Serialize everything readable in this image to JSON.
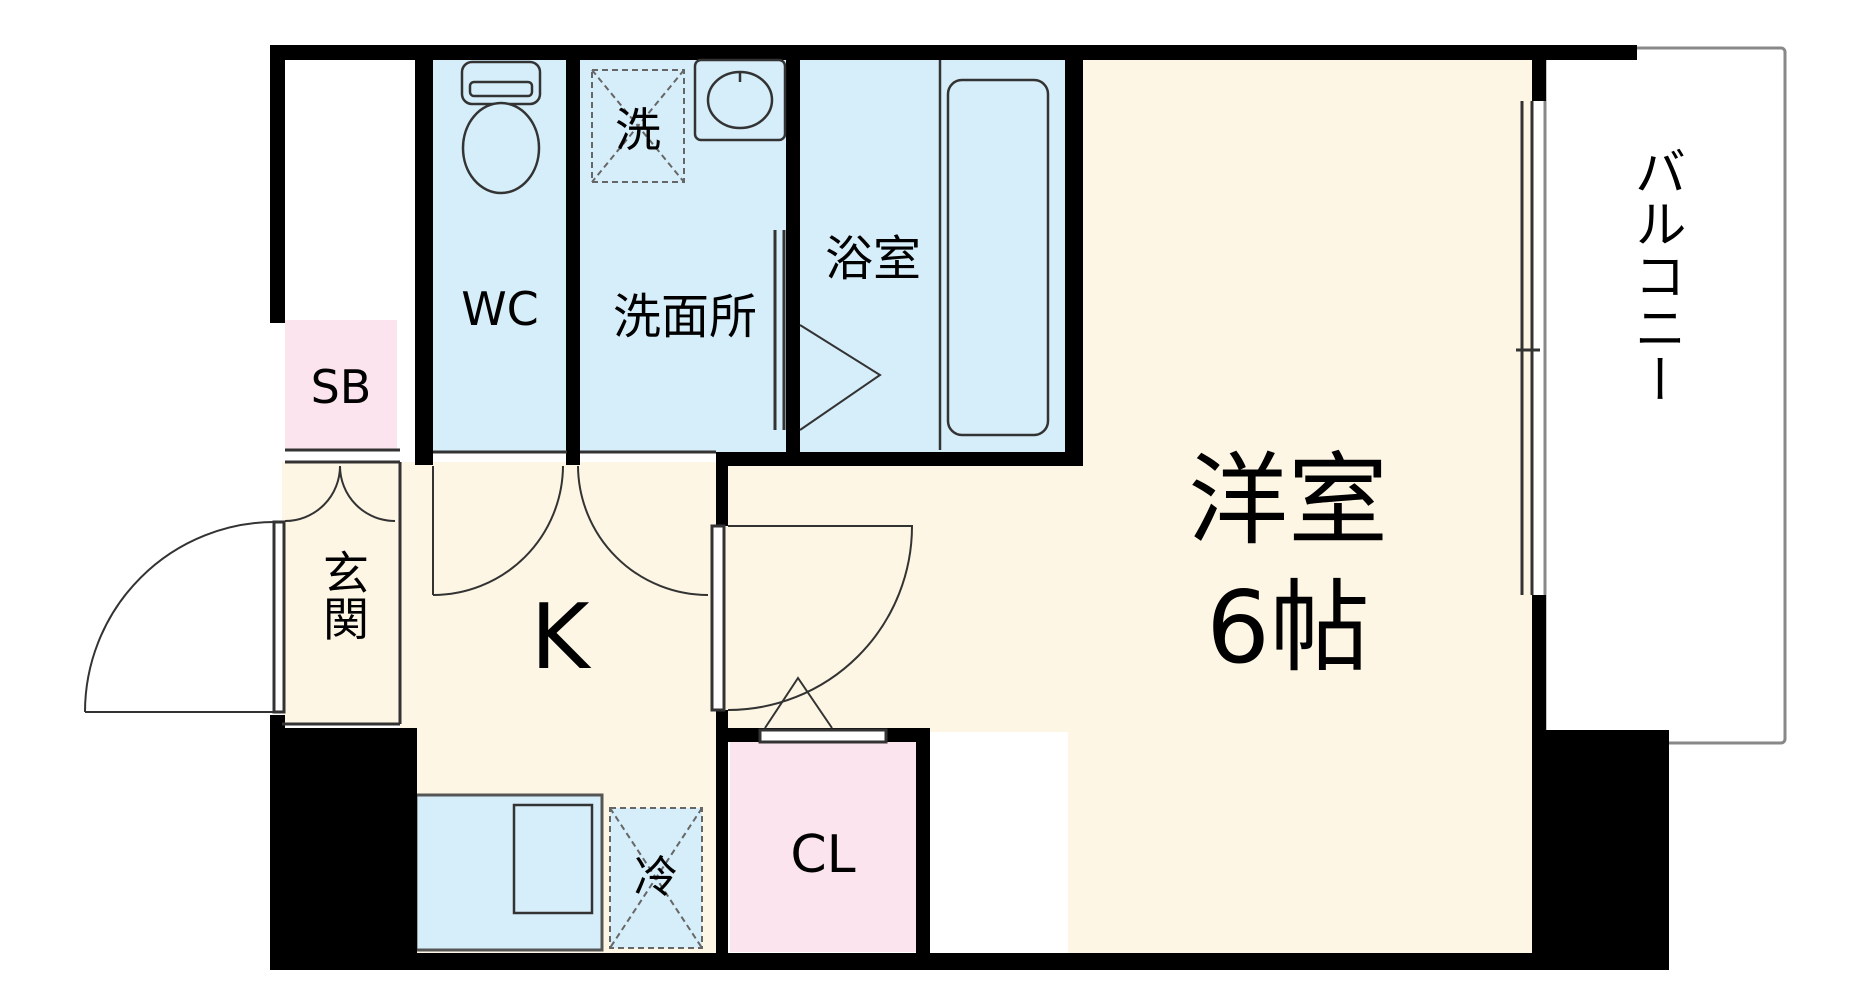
{
  "labels": {
    "wc": "WC",
    "washroom": "洗面所",
    "washer": "洗",
    "bathroom": "浴室",
    "storage_box": "SB",
    "entrance": "玄関",
    "kitchen": "K",
    "fridge": "冷",
    "closet": "CL",
    "western_room": "洋室",
    "room_size": "6帖",
    "balcony": "バルコニー"
  },
  "colors": {
    "wall": "#000000",
    "wet_area": "#d6eefa",
    "living_floor": "#fdf6e4",
    "storage": "#fbe4ee",
    "balcony": "#ffffff",
    "line": "#333333"
  }
}
